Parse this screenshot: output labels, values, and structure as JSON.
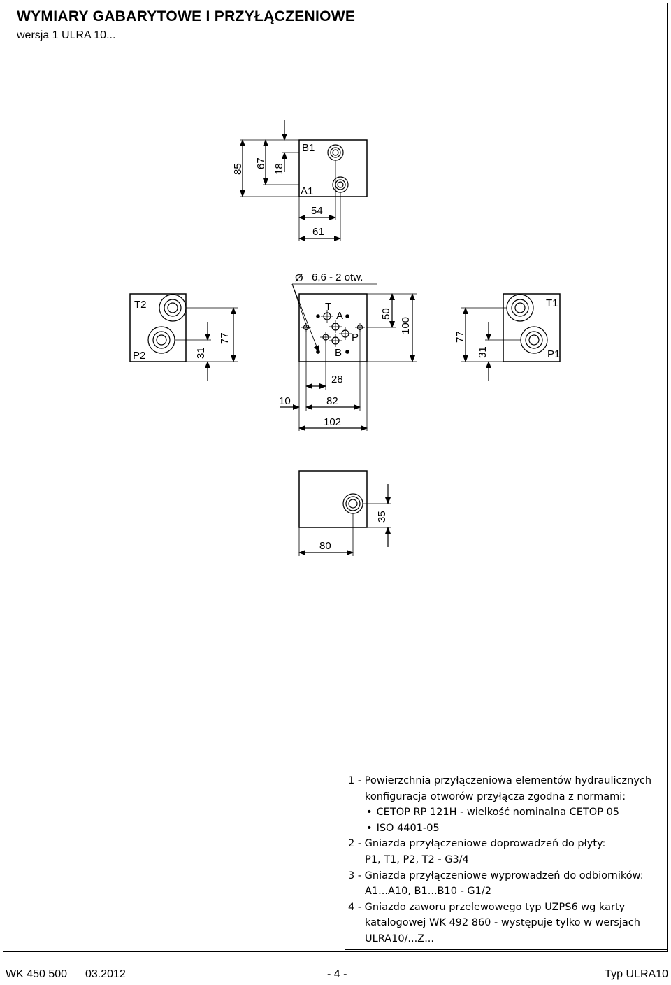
{
  "header": {
    "title": "WYMIARY  GABARYTOWE  I  PRZYŁĄCZENIOWE",
    "subtitle": "wersja 1 ULRA 10..."
  },
  "drawing": {
    "top_view": {
      "port_upper": "B1",
      "port_lower": "A1",
      "dims": [
        "85",
        "67",
        "18",
        "54",
        "61"
      ]
    },
    "front_view": {
      "hole_note": "6,6  - 2 otw.",
      "diameter_symbol": "Ø",
      "ports": [
        "T",
        "A",
        "P",
        "B"
      ],
      "dims_right": [
        "50",
        "100"
      ],
      "dims_bottom": [
        "28",
        "10",
        "82",
        "102"
      ]
    },
    "left_side": {
      "port_upper": "T2",
      "port_lower": "P2",
      "dims": [
        "31",
        "77"
      ]
    },
    "right_side": {
      "port_upper": "T1",
      "port_lower": "P1",
      "dims": [
        "77",
        "31"
      ]
    },
    "bottom_view": {
      "dims": [
        "35",
        "80"
      ]
    }
  },
  "notes": {
    "n1": "1 - Powierzchnia przyłączeniowa elementów hydraulicznych",
    "n1b": "konfiguracja otworów przyłącza zgodna z normami:",
    "b1": "CETOP RP 121H - wielkość nominalna  CETOP 05",
    "b2": "ISO 4401-05",
    "n2": "2 - Gniazda  przyłączeniowe doprowadzeń do płyty:",
    "n2b": "P1,  T1,  P2,  T2  - G3/4",
    "n3": "3 - Gniazda przyłączeniowe wyprowadzeń do odbiorników:",
    "n3b": "A1...A10, B1...B10 - G1/2",
    "n4": "4 - Gniazdo zaworu przelewowego typ UZPS6 wg karty",
    "n4b": "katalogowej WK 492 860 - występuje tylko w wersjach",
    "n4c": "ULRA10/...Z..."
  },
  "footer": {
    "doc_no": "WK 450 500",
    "date": "03.2012",
    "page": "- 4 -",
    "type": "Typ ULRA10"
  }
}
